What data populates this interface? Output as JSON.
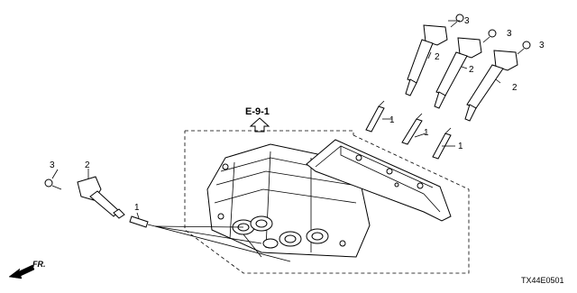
{
  "diagram": {
    "reference": "E-9-1",
    "front_marker": "FR.",
    "drawing_code": "TX44E0501",
    "callouts": {
      "spark_plug": "1",
      "ignition_coil": "2",
      "bolt": "3"
    }
  }
}
